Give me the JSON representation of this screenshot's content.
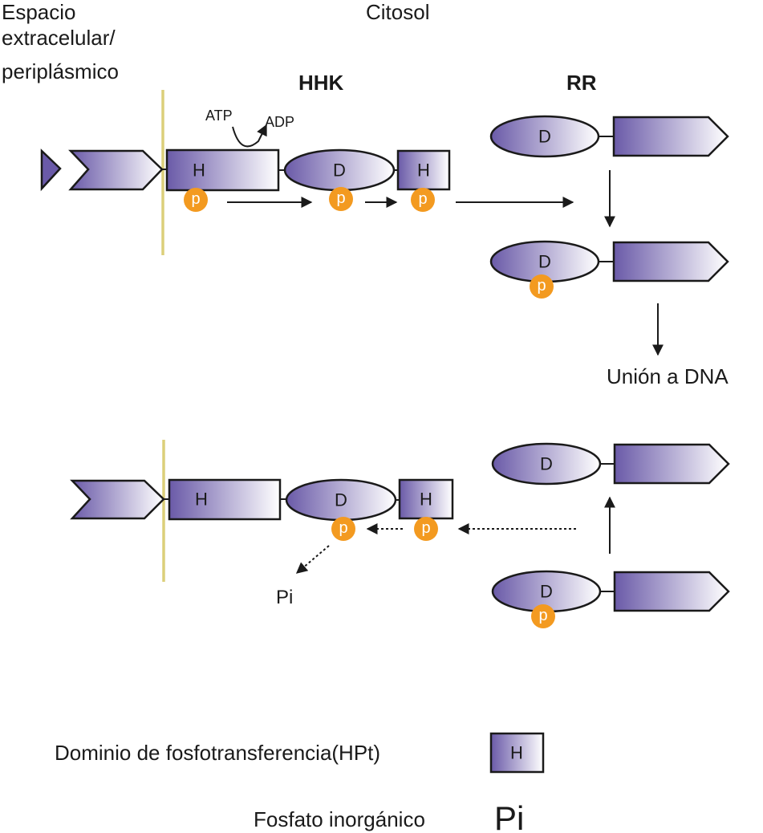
{
  "labels": {
    "extracellular": [
      "Espacio",
      "extracelular/",
      "periplásmico"
    ],
    "cytosol": "Citosol",
    "hhk": "HHK",
    "rr": "RR",
    "atp": "ATP",
    "adp": "ADP",
    "dna_binding": "Unión a DNA",
    "pi": "Pi"
  },
  "domains": {
    "h": "H",
    "d": "D",
    "p": "p"
  },
  "legend": {
    "hpt_label": "Dominio de fosfotransferencia(HPt)",
    "hpt_symbol": "H",
    "pi_label": "Fosfato inorgánico",
    "pi_symbol": "Pi"
  },
  "colors": {
    "domain_dark": "#6a5aa8",
    "domain_light": "#ffffff",
    "phosphate": "#f39a20",
    "membrane": "#dccf7a"
  }
}
